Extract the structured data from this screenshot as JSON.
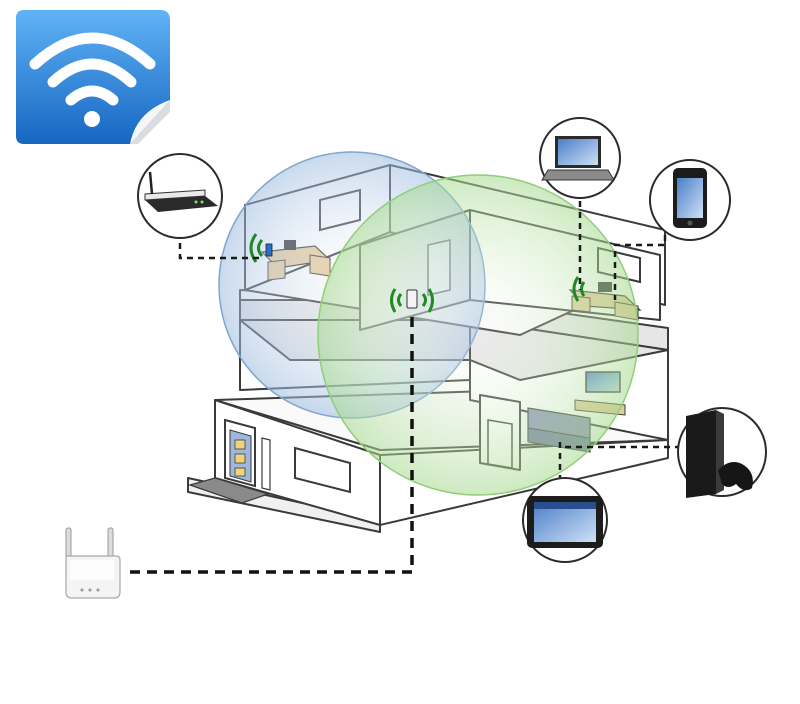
{
  "colors": {
    "primary_zone": "#7fa6cf",
    "extended_zone": "#8fce7a",
    "wifi_icon_bg": "#1f7fd6",
    "signal_green": "#1f8a24",
    "desk_wood": "#e7c99a"
  },
  "icons": {
    "app_icon": "wifi-icon",
    "router": "router-icon",
    "extender": "range-extender-icon",
    "laptop": "laptop-icon",
    "smartphone": "smartphone-icon",
    "game_console": "game-console-icon",
    "tablet": "tablet-icon"
  },
  "devices": [
    "router",
    "laptop",
    "smartphone",
    "game_console",
    "tablet",
    "range_extender"
  ]
}
